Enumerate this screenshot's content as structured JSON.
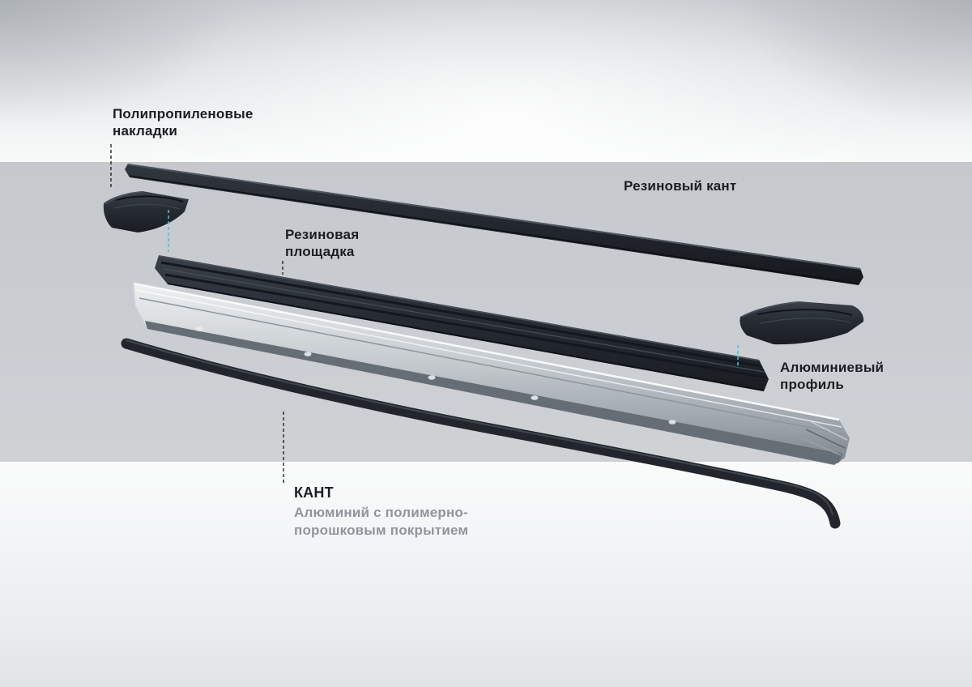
{
  "labels": {
    "polypropylene_pads": {
      "line1": "Полипропиленовые",
      "line2": "накладки"
    },
    "rubber_edge": "Резиновый кант",
    "rubber_platform": {
      "line1": "Резиновая",
      "line2": "площадка"
    },
    "aluminum_profile": {
      "line1": "Алюминиевый",
      "line2": "профиль"
    },
    "kant": {
      "title": "КАНТ",
      "subtitle_line1": "Алюминий с полимерно-",
      "subtitle_line2": "порошковым покрытием"
    }
  },
  "parts": [
    {
      "id": "rubber-edge-strip",
      "label": "Резиновый кант"
    },
    {
      "id": "polypropylene-pad-left",
      "label": "Полипропиленовые накладки"
    },
    {
      "id": "rubber-platform",
      "label": "Резиновая площадка"
    },
    {
      "id": "aluminum-profile",
      "label": "Алюминиевый профиль"
    },
    {
      "id": "polypropylene-pad-right",
      "label": "Полипропиленовые накладки"
    },
    {
      "id": "kant-edge",
      "label": "КАНТ"
    }
  ],
  "colors": {
    "part_dark": "#23282e",
    "aluminum_light": "#eef0f1",
    "aluminum_dark": "#79828a",
    "band_background": "#c9cdd1",
    "leader_line": "#26282a",
    "connector_accent": "#49bedb",
    "label_text": "#1b1e21",
    "subtitle_text": "#8f959b"
  }
}
